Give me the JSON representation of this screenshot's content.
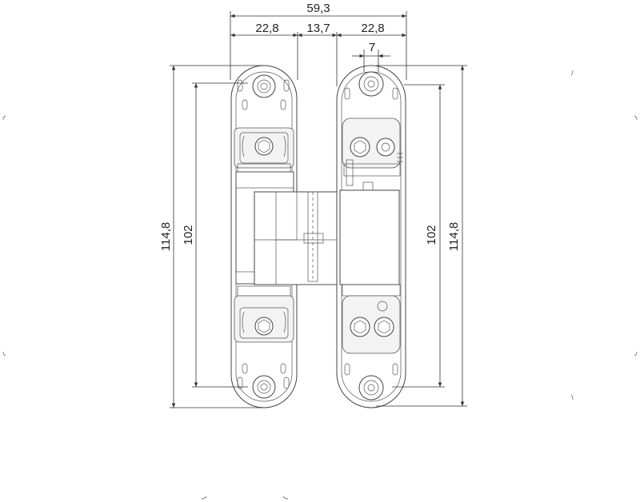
{
  "dimensions": {
    "overall_width": "59,3",
    "left_leaf_width": "22,8",
    "center_gap": "13,7",
    "right_leaf_width": "22,8",
    "adjust": "7",
    "left_overall_height": "114,8",
    "left_inner_height": "102",
    "right_inner_height": "102",
    "right_overall_height": "114,8"
  }
}
